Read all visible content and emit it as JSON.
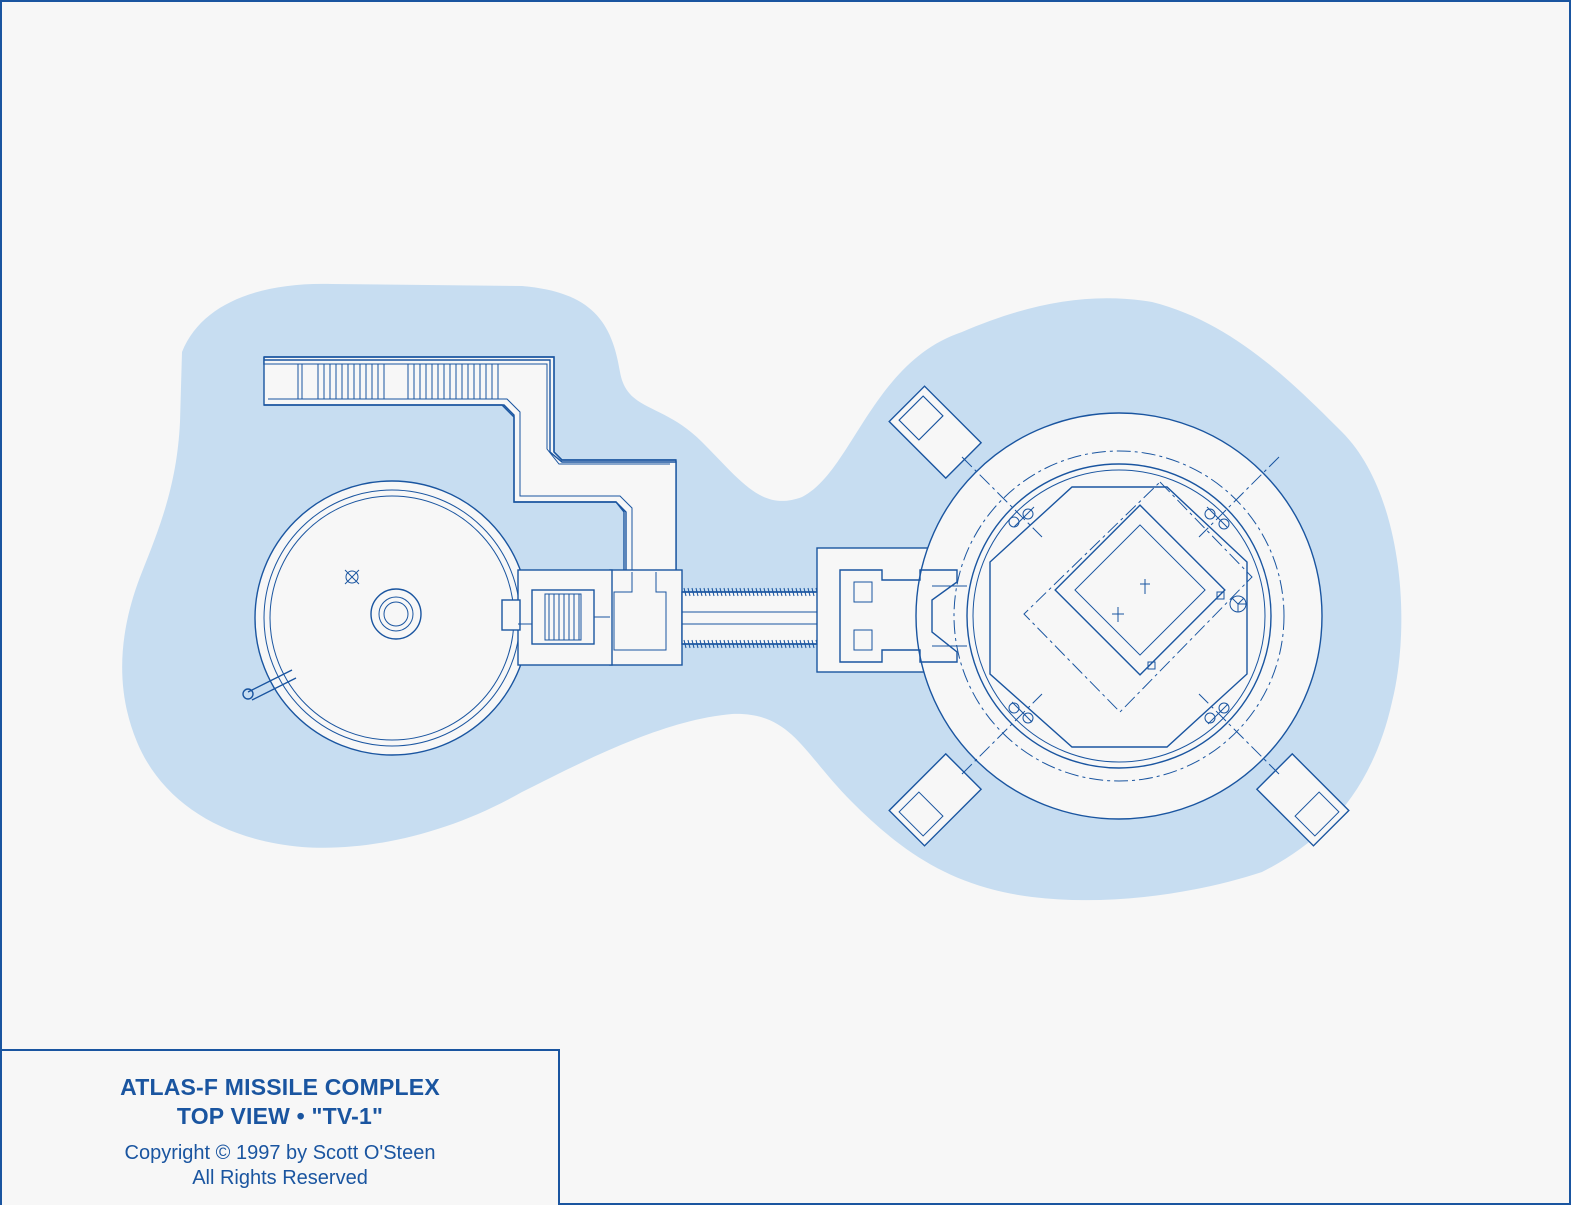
{
  "title_block": {
    "title_line_1": "ATLAS-F MISSILE COMPLEX",
    "title_line_2": "TOP VIEW • \"TV-1\"",
    "copyright_line_1": "Copyright © 1997 by Scott O'Steen",
    "copyright_line_2": "All Rights Reserved"
  },
  "colors": {
    "line": "#1a55a0",
    "ground": "#c7ddf1",
    "paper": "#f7f7f7"
  }
}
